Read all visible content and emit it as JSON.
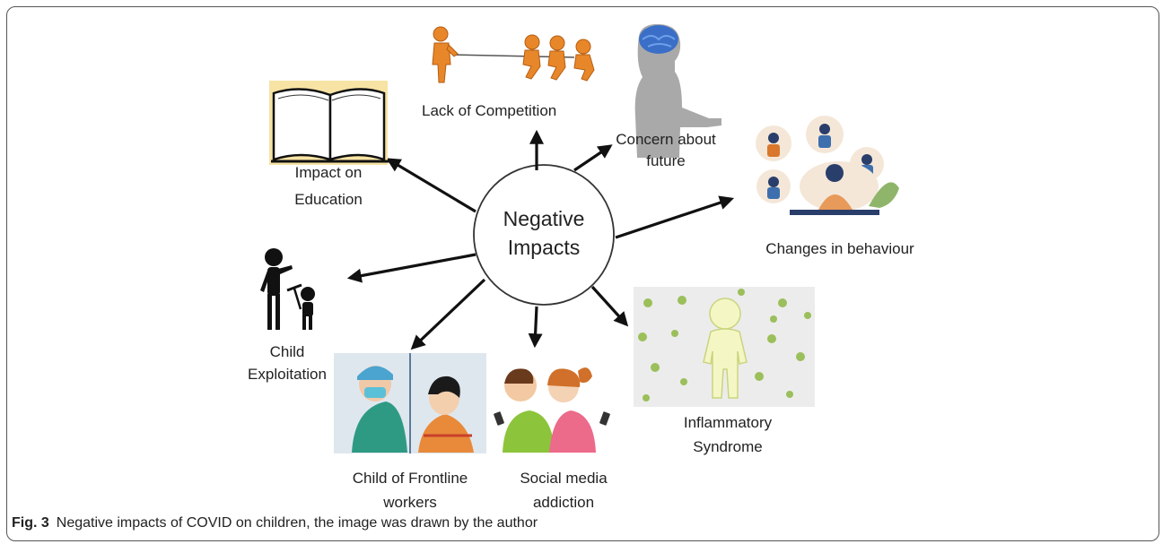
{
  "center": {
    "line1": "Negative",
    "line2": "Impacts"
  },
  "nodes": {
    "competition": {
      "label": "Lack of Competition",
      "icon": "tug-of-war-icon"
    },
    "future": {
      "line1": "Concern about",
      "line2": "future",
      "icon": "thinking-person-icon"
    },
    "education": {
      "line1": "Impact on",
      "line2": "Education",
      "icon": "open-book-icon"
    },
    "behaviour": {
      "label": "Changes in behaviour",
      "icon": "emotions-icon"
    },
    "exploitation": {
      "line1": "Child",
      "line2": "Exploitation",
      "icon": "child-labour-icon"
    },
    "frontline": {
      "line1": "Child of Frontline",
      "line2": "workers",
      "icon": "frontline-worker-icon"
    },
    "social": {
      "line1": "Social media",
      "line2": "addiction",
      "icon": "phone-kids-icon"
    },
    "inflammatory": {
      "line1": "Inflammatory",
      "line2": "Syndrome",
      "icon": "virus-child-icon"
    }
  },
  "caption": {
    "label": "Fig. 3",
    "text": "Negative impacts of COVID on children, the image was drawn by the author"
  },
  "colors": {
    "accent_orange": "#e8872a",
    "virus_green": "#9bbf5a",
    "frame": "#555555"
  }
}
